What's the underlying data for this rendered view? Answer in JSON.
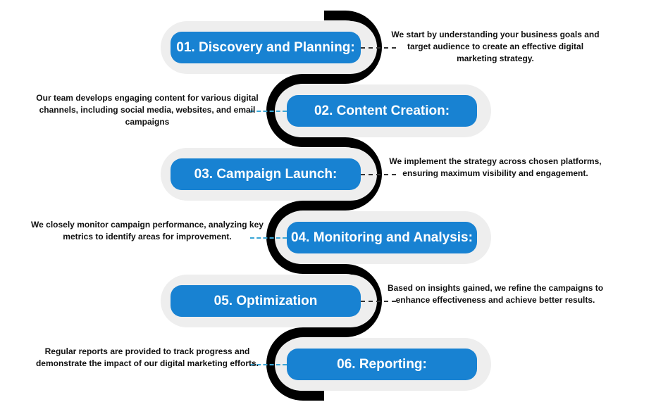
{
  "steps": [
    {
      "title": "01. Discovery and Planning:",
      "description": "We start by understanding your business goals and target audience to create an effective digital marketing strategy."
    },
    {
      "title": "02. Content Creation:",
      "description": "Our team develops engaging content for various digital channels, including social media, websites, and email campaigns"
    },
    {
      "title": "03. Campaign Launch:",
      "description": "We implement the strategy across chosen platforms, ensuring maximum visibility and engagement."
    },
    {
      "title": "04. Monitoring and Analysis:",
      "description": "We closely monitor campaign performance, analyzing key metrics to identify areas for improvement."
    },
    {
      "title": "05. Optimization",
      "description": "Based on insights gained, we refine the campaigns to enhance effectiveness and achieve better results."
    },
    {
      "title": "06. Reporting:",
      "description": "Regular reports are provided to track progress and demonstrate the impact of our digital marketing efforts."
    }
  ],
  "colors": {
    "accent": "#1882d2",
    "track": "#eeeeee",
    "snake": "#000000"
  }
}
